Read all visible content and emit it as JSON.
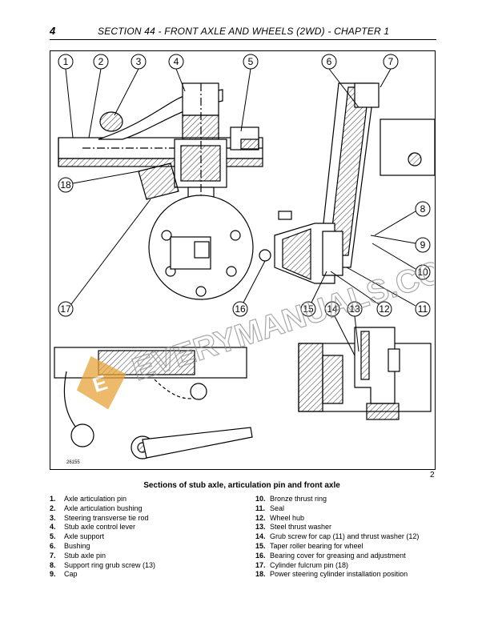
{
  "header": {
    "page_number": "4",
    "section_title": "SECTION 44 - FRONT AXLE AND WHEELS (2WD) - CHAPTER 1"
  },
  "figure": {
    "id_label": "26155",
    "figure_number": "2",
    "callouts": [
      "1",
      "2",
      "3",
      "4",
      "5",
      "6",
      "7",
      "8",
      "9",
      "10",
      "11",
      "12",
      "13",
      "14",
      "15",
      "16",
      "17",
      "18"
    ]
  },
  "caption": "Sections of stub axle, articulation pin and front axle",
  "legend_left": [
    {
      "num": "1.",
      "text": "Axle articulation pin"
    },
    {
      "num": "2.",
      "text": "Axle articulation bushing"
    },
    {
      "num": "3.",
      "text": "Steering transverse tie rod"
    },
    {
      "num": "4.",
      "text": "Stub axle control lever"
    },
    {
      "num": "5.",
      "text": "Axle support"
    },
    {
      "num": "6.",
      "text": "Bushing"
    },
    {
      "num": "7.",
      "text": "Stub axle pin"
    },
    {
      "num": "8.",
      "text": "Support ring grub screw (13)"
    },
    {
      "num": "9.",
      "text": "Cap"
    }
  ],
  "legend_right": [
    {
      "num": "10.",
      "text": "Bronze thrust ring"
    },
    {
      "num": "11.",
      "text": "Seal"
    },
    {
      "num": "12.",
      "text": "Wheel hub"
    },
    {
      "num": "13.",
      "text": "Steel thrust washer"
    },
    {
      "num": "14.",
      "text": "Grub screw for cap (11) and thrust washer (12)"
    },
    {
      "num": "15.",
      "text": "Taper roller bearing for wheel"
    },
    {
      "num": "16.",
      "text": "Bearing cover for greasing and adjustment"
    },
    {
      "num": "17.",
      "text": "Cylinder fulcrum pin (18)"
    },
    {
      "num": "18.",
      "text": "Power steering cylinder installation position"
    }
  ],
  "watermark": {
    "text": "EVERYMANUALS.COM",
    "logo_letter": "E",
    "color": "#e8a33a"
  }
}
